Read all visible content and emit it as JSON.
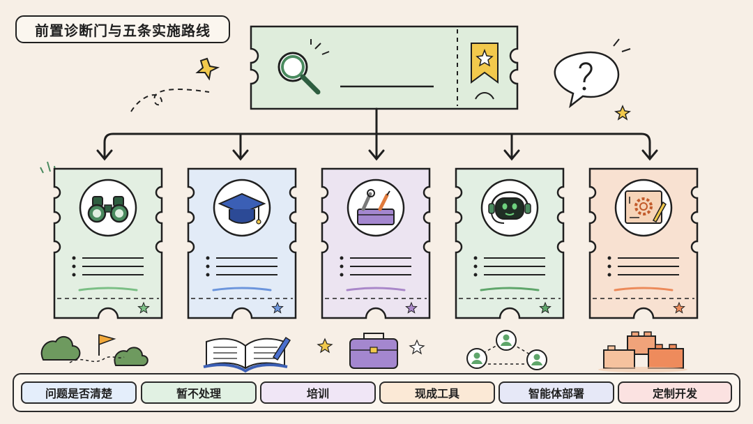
{
  "title": "前置诊断门与五条实施路线",
  "top_card": {
    "icons": [
      "magnifier-icon",
      "bookmark-star-icon"
    ]
  },
  "routes": [
    {
      "icon": "binoculars-icon",
      "color": "#e3efe2",
      "accent": "#7bbf85"
    },
    {
      "icon": "graduation-cap-icon",
      "color": "#e2ebf7",
      "accent": "#6c95dc"
    },
    {
      "icon": "toolbox-icon",
      "color": "#ece4f1",
      "accent": "#a987c9"
    },
    {
      "icon": "robot-headset-icon",
      "color": "#e2efe3",
      "accent": "#5fa66b"
    },
    {
      "icon": "blueprint-gear-icon",
      "color": "#f8e1d1",
      "accent": "#ec8a5a"
    }
  ],
  "tags": [
    {
      "label": "问题是否清楚",
      "color": "#e4eefb"
    },
    {
      "label": "暂不处理",
      "color": "#e1f1e3"
    },
    {
      "label": "培训",
      "color": "#f0e6f6"
    },
    {
      "label": "现成工具",
      "color": "#fbe9d6"
    },
    {
      "label": "智能体部署",
      "color": "#e6e8f7"
    },
    {
      "label": "定制开发",
      "color": "#fbe2e1"
    }
  ]
}
